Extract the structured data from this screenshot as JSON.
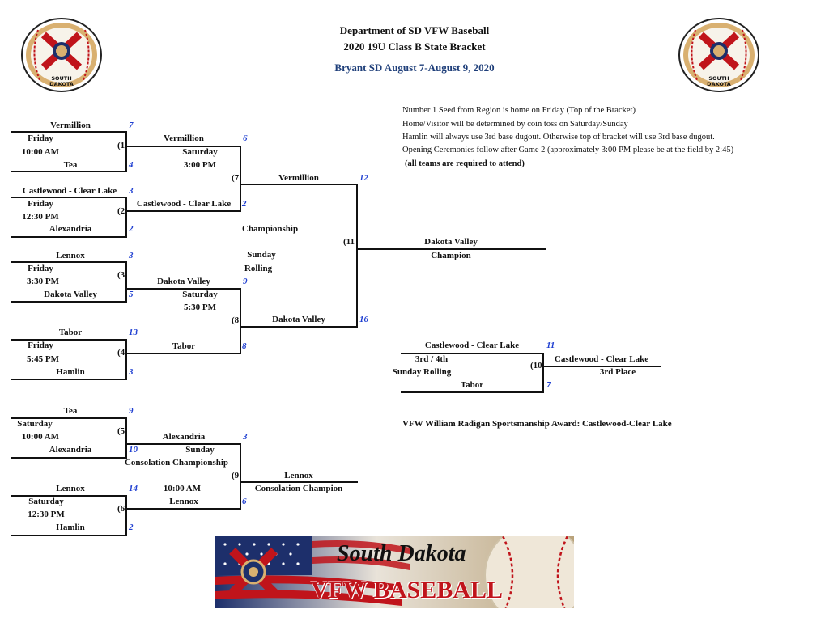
{
  "header": {
    "line1": "Department of SD VFW Baseball",
    "line2": "2020 19U Class B State Bracket",
    "line3": "Bryant SD August 7-August 9, 2020",
    "logo_text": "SOUTH DAKOTA"
  },
  "notes": [
    "Number 1 Seed from Region is home on Friday (Top of the Bracket)",
    "Home/Visitor will be determined by coin toss on Saturday/Sunday",
    "Hamlin will always use 3rd base dugout. Otherwise top of bracket will use 3rd base dugout.",
    "Opening Ceremonies follow after Game 2 (approximately 3:00 PM please be at the field by 2:45)",
    "(all teams are required to attend)"
  ],
  "games": {
    "g1": {
      "num": "(1",
      "top": "Vermillion",
      "top_score": "7",
      "day": "Friday",
      "time": "10:00 AM",
      "bottom": "Tea",
      "bottom_score": "4"
    },
    "g2": {
      "num": "(2",
      "top": "Castlewood - Clear Lake",
      "top_score": "3",
      "day": "Friday",
      "time": "12:30 PM",
      "bottom": "Alexandria",
      "bottom_score": "2"
    },
    "g3": {
      "num": "(3",
      "top": "Lennox",
      "top_score": "3",
      "day": "Friday",
      "time": "3:30 PM",
      "bottom": "Dakota Valley",
      "bottom_score": "5"
    },
    "g4": {
      "num": "(4",
      "top": "Tabor",
      "top_score": "13",
      "day": "Friday",
      "time": "5:45 PM",
      "bottom": "Hamlin",
      "bottom_score": "3"
    },
    "g5": {
      "num": "(5",
      "top": "Tea",
      "top_score": "9",
      "day": "Saturday",
      "time": "10:00 AM",
      "bottom": "Alexandria",
      "bottom_score": "10"
    },
    "g6": {
      "num": "(6",
      "top": "Lennox",
      "top_score": "14",
      "day": "Saturday",
      "time": "12:30 PM",
      "bottom": "Hamlin",
      "bottom_score": "2"
    },
    "g7": {
      "num": "(7",
      "top": "Vermillion",
      "top_score": "6",
      "day": "Saturday",
      "time": "3:00 PM",
      "bottom": "Castlewood - Clear Lake",
      "bottom_score": "2"
    },
    "g8": {
      "num": "(8",
      "top": "Dakota Valley",
      "top_score": "9",
      "day": "Saturday",
      "time": "5:30 PM",
      "bottom": "Tabor",
      "bottom_score": "8"
    },
    "g9": {
      "num": "(9",
      "top": "Alexandria",
      "top_score": "3",
      "day": "Sunday",
      "label": "Consolation Championship",
      "time": "10:00 AM",
      "bottom": "Lennox",
      "bottom_score": "6",
      "winner": "Lennox",
      "winner_label": "Consolation Champion"
    },
    "g10": {
      "num": "(10",
      "top": "Castlewood - Clear Lake",
      "top_score": "11",
      "place": "3rd / 4th",
      "time": "Sunday Rolling",
      "bottom": "Tabor",
      "bottom_score": "7",
      "winner": "Castlewood - Clear Lake",
      "winner_label": "3rd Place"
    },
    "g11": {
      "num": "(11",
      "top": "Vermillion",
      "top_score": "12",
      "label": "Championship",
      "day": "Sunday",
      "time": "Rolling",
      "bottom": "Dakota Valley",
      "bottom_score": "16",
      "winner": "Dakota Valley",
      "winner_label": "Champion"
    }
  },
  "award": "VFW William Radigan Sportsmanship Award:  Castlewood-Clear Lake",
  "banner": {
    "script_text": "South Dakota",
    "main_text": "VFW BASEBALL"
  },
  "colors": {
    "score_blue": "#1f3fd1",
    "title_blue": "#1f3f7a",
    "banner_red": "#c0141b",
    "banner_navy": "#1d2f6b"
  }
}
